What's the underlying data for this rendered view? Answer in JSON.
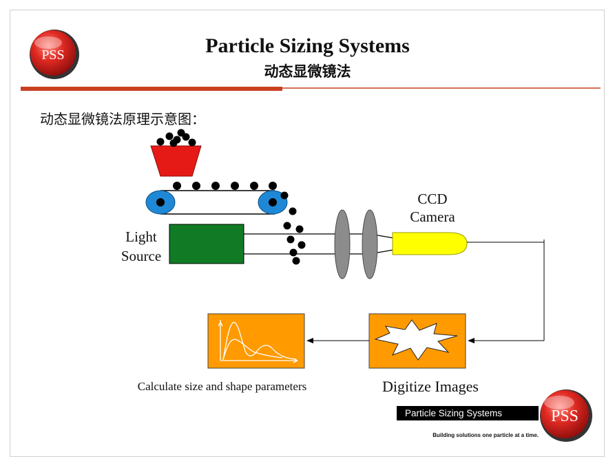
{
  "header": {
    "title": "Particle Sizing Systems",
    "subtitle": "动态显微镜法",
    "logo_text": "PSS"
  },
  "heading": "动态显微镜法原理示意图：",
  "labels": {
    "light_line1": "Light",
    "light_line2": "Source",
    "ccd_line1": "CCD",
    "ccd_line2": "Camera",
    "calculate": "Calculate size and shape parameters",
    "digitize": "Digitize Images"
  },
  "footer": {
    "banner": "Particle Sizing Systems",
    "tagline": "Building solutions one particle at a time.",
    "logo_text": "PSS"
  },
  "colors": {
    "accent_bar": "#c8401f",
    "hopper": "#e51a16",
    "belt_wheel": "#1e88d6",
    "light_source": "#117a25",
    "lens": "#8c8c8c",
    "camera": "#ffff00",
    "process_box": "#ff9a00",
    "particle": "#000000",
    "logo": "#d42525"
  }
}
